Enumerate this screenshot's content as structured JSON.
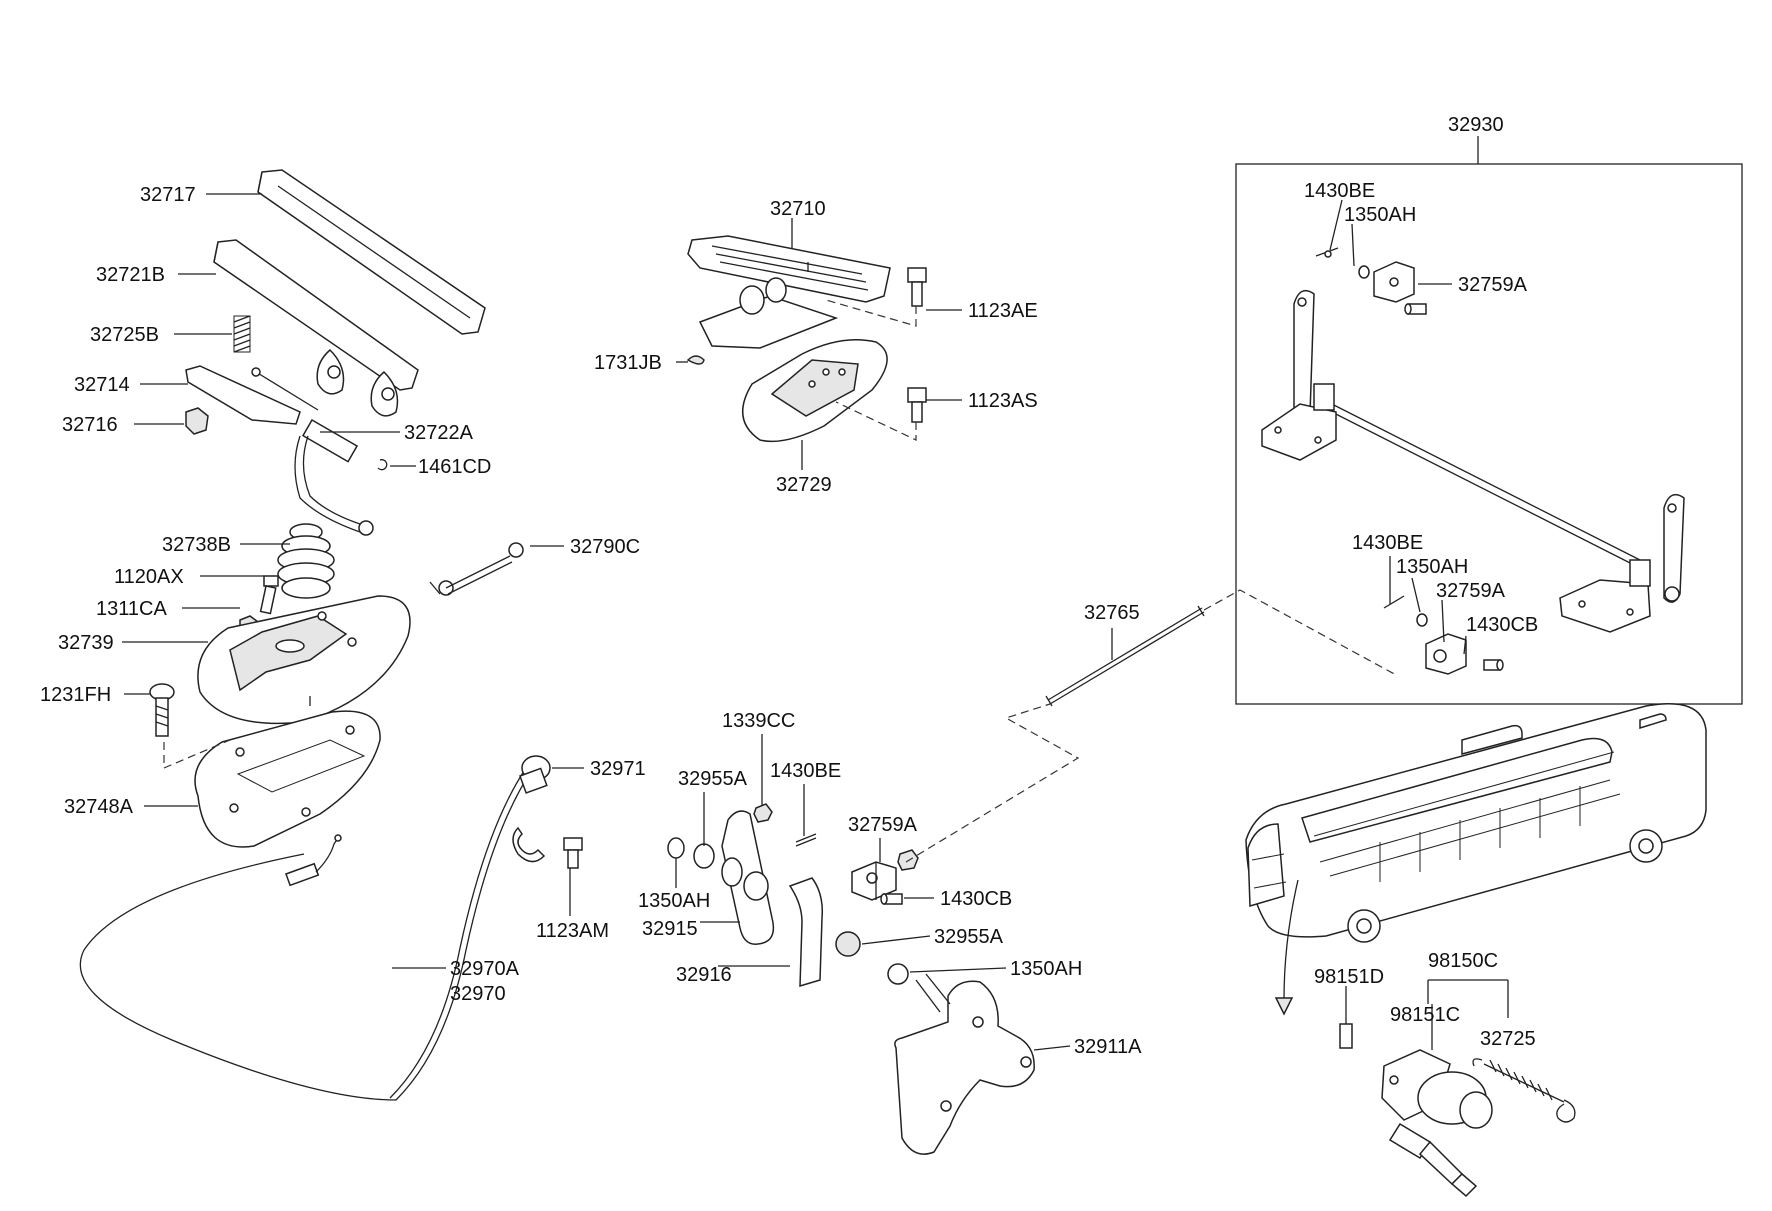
{
  "labels": {
    "p32717": "32717",
    "p32721B": "32721B",
    "p32725B": "32725B",
    "p32714": "32714",
    "p32716": "32716",
    "p32722A": "32722A",
    "p1461CD": "1461CD",
    "p32738B": "32738B",
    "p1120AX": "1120AX",
    "p1311CA": "1311CA",
    "p32739": "32739",
    "p1231FH": "1231FH",
    "p32748A": "32748A",
    "p32790C": "32790C",
    "p32710": "32710",
    "p1123AE": "1123AE",
    "p1731JB": "1731JB",
    "p1123AS": "1123AS",
    "p32729": "32729",
    "p32971": "32971",
    "p1123AM": "1123AM",
    "p32970A": "32970A",
    "p32970": "32970",
    "p1339CC": "1339CC",
    "p32955A_top": "32955A",
    "p1430BE_mid": "1430BE",
    "p1350AH_left": "1350AH",
    "p32915": "32915",
    "p32916": "32916",
    "p32759A_mid": "32759A",
    "p1430CB_mid": "1430CB",
    "p32955A_bot": "32955A",
    "p1350AH_bot": "1350AH",
    "p32911A": "32911A",
    "p32765": "32765",
    "p32930": "32930",
    "p1430BE_tr": "1430BE",
    "p1350AH_tr": "1350AH",
    "p32759A_tr": "32759A",
    "p1430BE_br": "1430BE",
    "p1350AH_br": "1350AH",
    "p32759A_br": "32759A",
    "p1430CB_br": "1430CB",
    "p98151D": "98151D",
    "p98150C": "98150C",
    "p98151C": "98151C",
    "p32725": "32725"
  }
}
